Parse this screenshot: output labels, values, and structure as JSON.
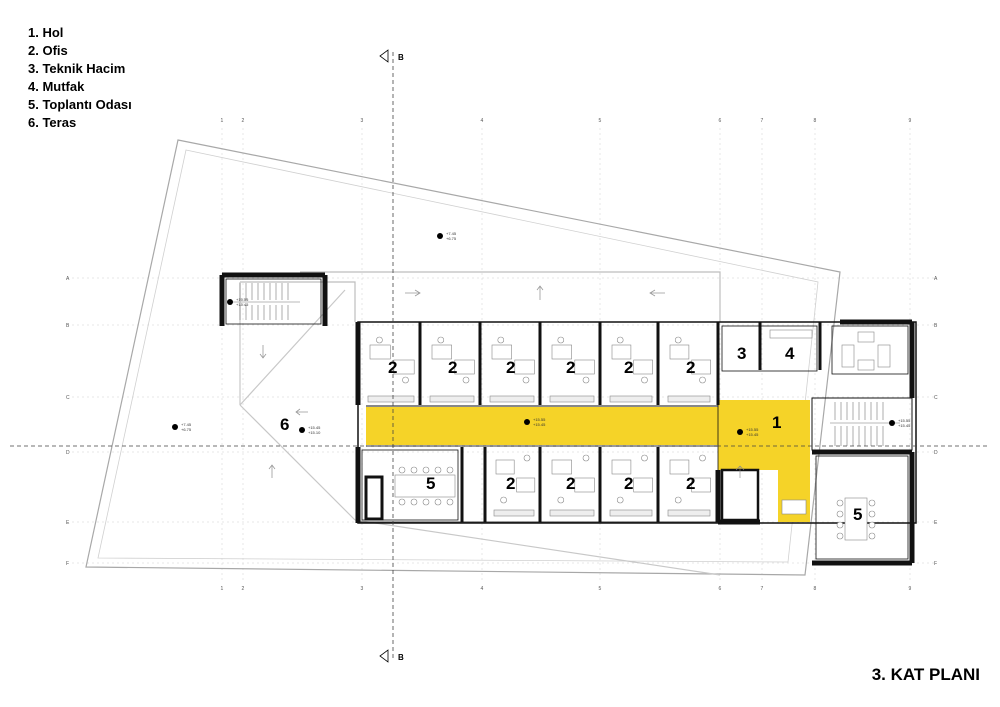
{
  "legend": [
    "1. Hol",
    "2. Ofis",
    "3. Teknik Hacim",
    "4. Mutfak",
    "5. Toplantı Odası",
    "6. Teras"
  ],
  "plan_title": "3. KAT PLANI",
  "section_label": "B",
  "grid_columns": [
    "1",
    "2",
    "3",
    "4",
    "5",
    "6",
    "7",
    "8",
    "9"
  ],
  "grid_rows": [
    "A",
    "B",
    "C",
    "D",
    "E",
    "F"
  ],
  "rooms": [
    {
      "id": "office-1",
      "label": "2"
    },
    {
      "id": "office-2",
      "label": "2"
    },
    {
      "id": "office-3",
      "label": "2"
    },
    {
      "id": "office-4",
      "label": "2"
    },
    {
      "id": "office-5",
      "label": "2"
    },
    {
      "id": "office-6",
      "label": "2"
    },
    {
      "id": "technical",
      "label": "3"
    },
    {
      "id": "kitchen",
      "label": "4"
    },
    {
      "id": "hall",
      "label": "1"
    },
    {
      "id": "terrace",
      "label": "6"
    },
    {
      "id": "meeting-1",
      "label": "5"
    },
    {
      "id": "office-7",
      "label": "2"
    },
    {
      "id": "office-8",
      "label": "2"
    },
    {
      "id": "office-9",
      "label": "2"
    },
    {
      "id": "office-10",
      "label": "2"
    },
    {
      "id": "meeting-2",
      "label": "5"
    }
  ],
  "levels": {
    "terrace_top": [
      "+7.45",
      "+6.75"
    ],
    "terrace_left": [
      "+7.45",
      "+6.75"
    ],
    "terrace_mid": [
      "+15.45",
      "+15.10"
    ],
    "corridor": [
      "+15.55",
      "+15.45"
    ],
    "hall": [
      "+15.55",
      "+15.45"
    ],
    "stair_left": [
      "+15.55",
      "+15.45"
    ],
    "stair_right": [
      "+15.55",
      "+15.45"
    ]
  },
  "colors": {
    "corridor": "#f5d328",
    "wall": "#111111",
    "thin_line": "#9a9a9a"
  }
}
